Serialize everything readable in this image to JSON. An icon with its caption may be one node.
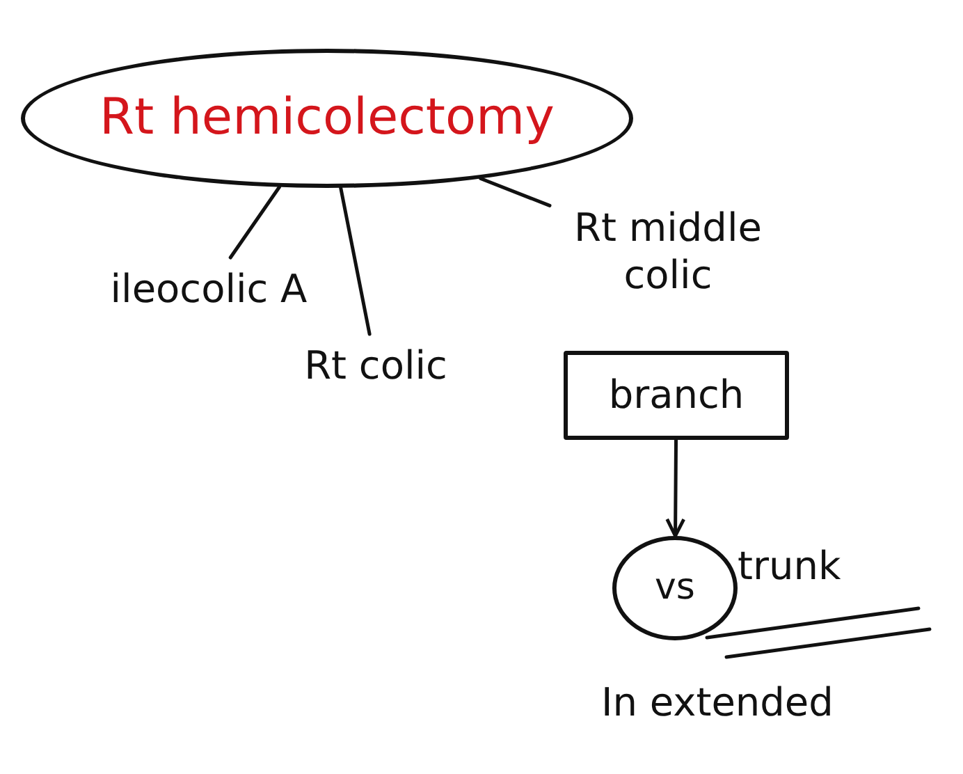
{
  "diagram": {
    "nodes": [
      {
        "text": [
          "Rt hemicolectomy"
        ]
      },
      {
        "text": [
          "ileocolic A"
        ]
      },
      {
        "text": [
          "Rt colic"
        ]
      },
      {
        "text": [
          "Rt middle colic"
        ]
      },
      {
        "text": [
          "branch"
        ]
      },
      {
        "text": [
          "vs"
        ]
      }
    ],
    "edges": [
      {
        "from": 0,
        "to": 1,
        "arrow": "none"
      },
      {
        "from": 0,
        "to": 2,
        "arrow": "none"
      },
      {
        "from": 0,
        "to": 3,
        "arrow": "none"
      },
      {
        "from": 4,
        "to": 5,
        "arrow": "to"
      }
    ],
    "labels": [
      "trunk",
      "In extended"
    ]
  }
}
